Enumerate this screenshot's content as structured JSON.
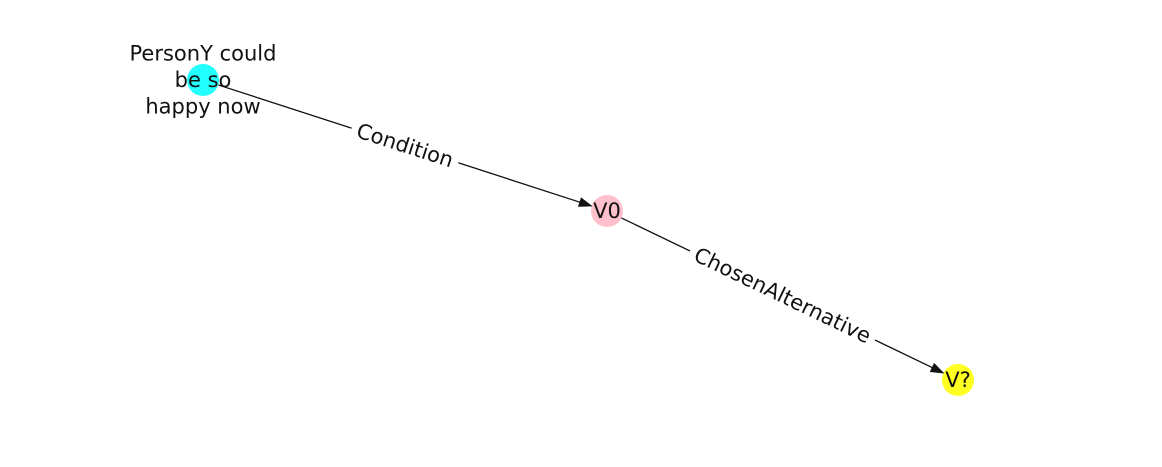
{
  "graph": {
    "nodes": [
      {
        "id": "n0",
        "label_lines": [
          "PersonY could",
          "be so",
          "happy now"
        ],
        "color": "#22ffff"
      },
      {
        "id": "n1",
        "label_lines": [
          "V0"
        ],
        "color": "#ffc0cb"
      },
      {
        "id": "n2",
        "label_lines": [
          "V?"
        ],
        "color": "#ffff22"
      }
    ],
    "edges": [
      {
        "id": "e0",
        "source": "n0",
        "target": "n1",
        "label": "Condition"
      },
      {
        "id": "e1",
        "source": "n1",
        "target": "n2",
        "label": "ChosenAlternative"
      }
    ],
    "edge_color": "#111111",
    "background": "#ffffff"
  }
}
